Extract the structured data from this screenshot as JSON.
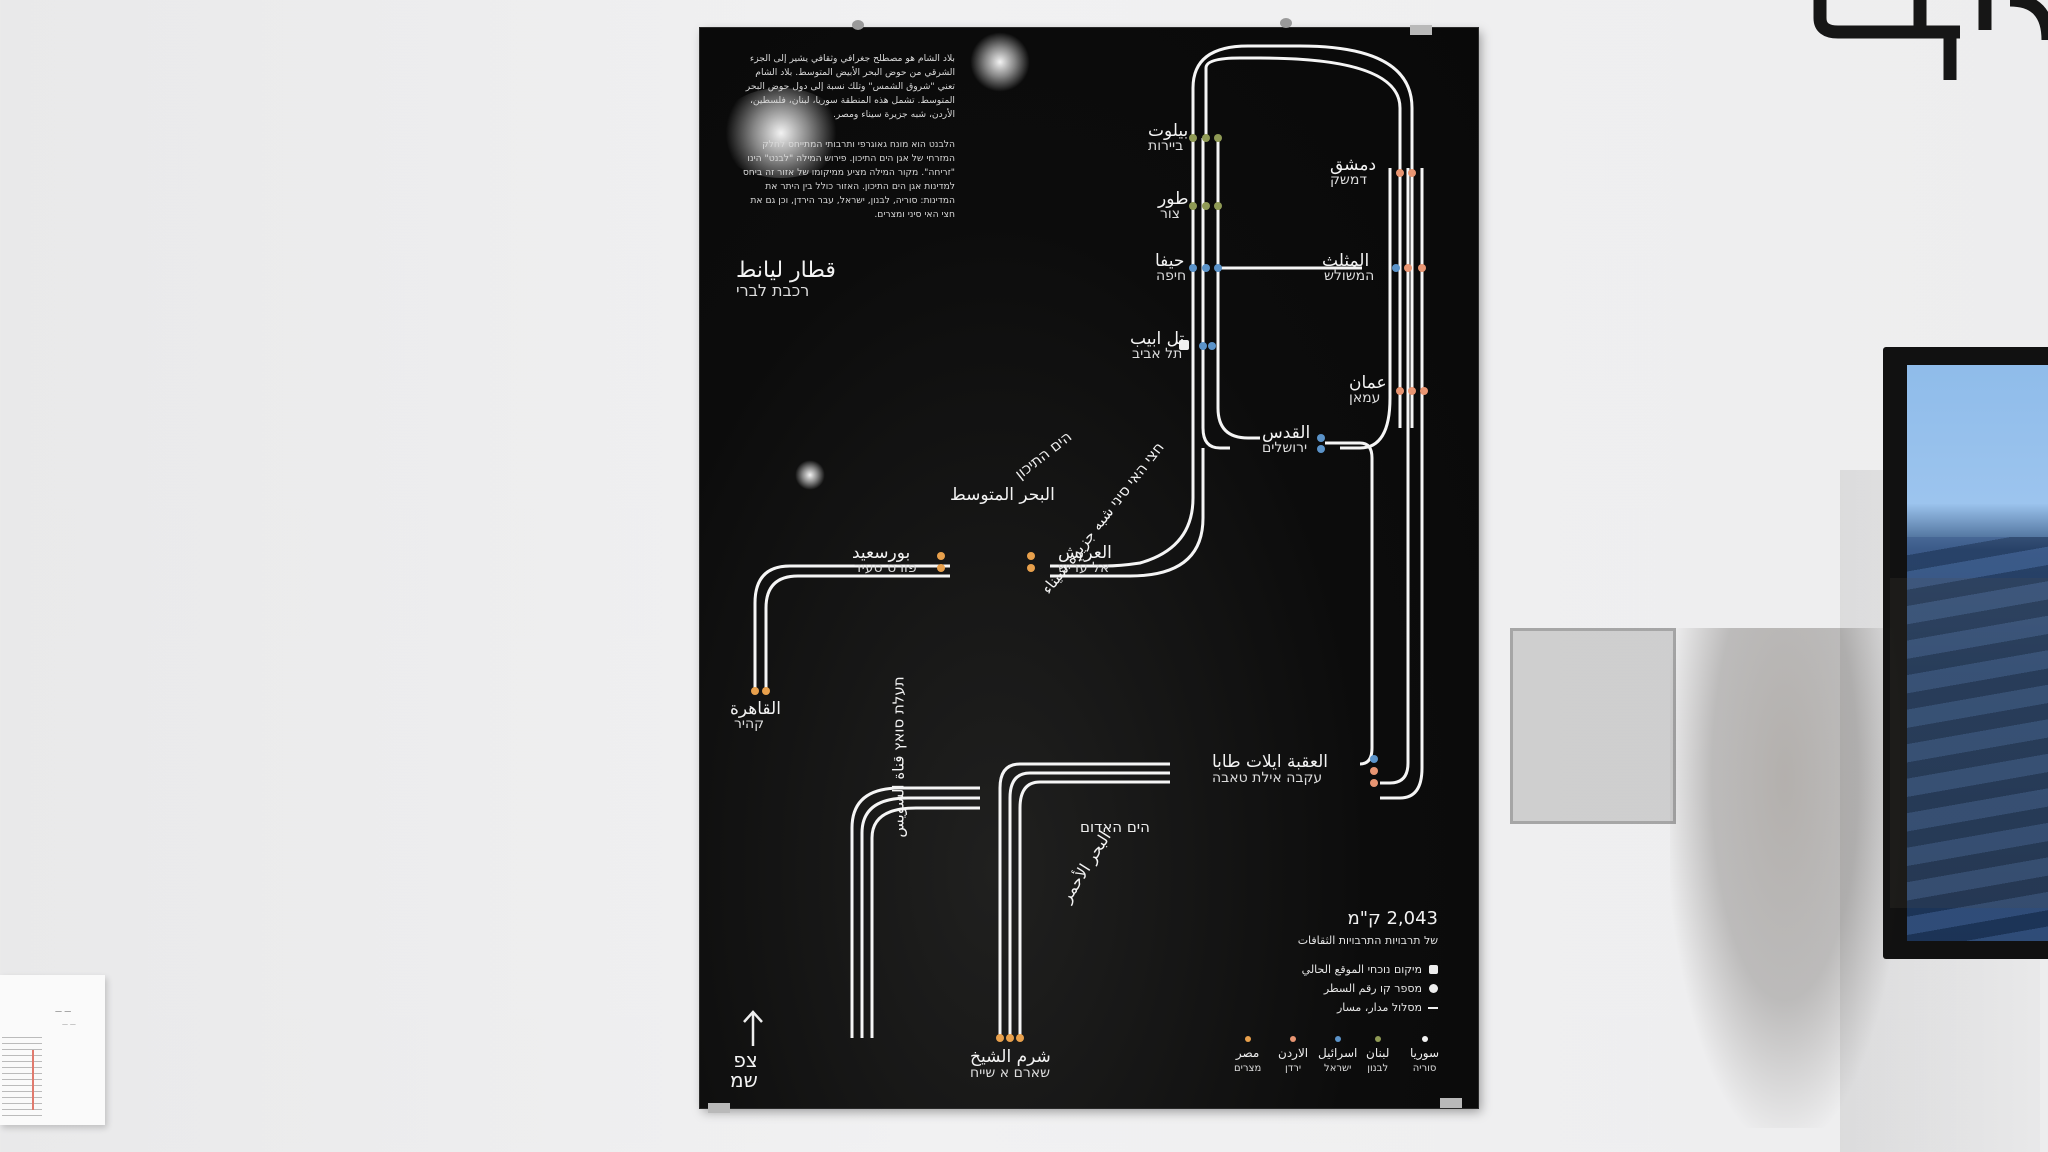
{
  "poster": {
    "title_ar": "قطار ليانط",
    "title_he": "רכבת לברי",
    "intro_ar": "بلاد الشام هو مصطلح جغرافي وثقافي يشير إلى الجزء الشرقي من حوض البحر الأبيض المتوسط. بلاد الشام تعني \"شروق الشمس\" وتلك نسبة إلى دول حوض البحر المتوسط. تشمل هذه المنطقة سوريا، لبنان، فلسطين، الأردن، شبه جزيرة سيناء ومصر.",
    "intro_he": "הלבנט הוא מונח גאוגרפי ותרבותי המתייחס לחלק המזרחי של אגן הים התיכון. פירוש המילה \"לבנט\" הינו \"זריחה\". מקור המילה מציע ממיקומו של אזור זה ביחס למדינות אגן הים התיכון. האזור כולל בין היתר את המדינות: סוריה, לבנון, ישראל, עבר הירדן, וכן גם את חצי האי סיני ומצרים.",
    "compass_label": "צפ\nשמ"
  },
  "stations": [
    {
      "ar": "بيلوت",
      "he": "ביירות"
    },
    {
      "ar": "طور",
      "he": "צור"
    },
    {
      "ar": "حيفا",
      "he": "חיפה"
    },
    {
      "ar": "تل ابيب",
      "he": "תל אביב"
    },
    {
      "ar": "دمشق",
      "he": "דמשק"
    },
    {
      "ar": "المثلث",
      "he": "המשולש"
    },
    {
      "ar": "عمان",
      "he": "עמאן"
    },
    {
      "ar": "القدس",
      "he": "ירושלים"
    },
    {
      "ar": "العريش",
      "he": "אל עריש"
    },
    {
      "ar": "بورسعيد",
      "he": "פורט סעיד"
    },
    {
      "ar": "القاهرة",
      "he": "קהיר"
    },
    {
      "ar": "العقبة ايلات طابا",
      "he": "עקבה אילת טאבה"
    },
    {
      "ar": "شرم الشيخ",
      "he": "שארם א שייח"
    }
  ],
  "water_labels": {
    "med_he": "הים התיכון",
    "med_ar": "البحر المتوسط",
    "sinai": "חצי האי סיני شبه جزيرة سيناء",
    "suez": "תעלת סואץ قناة السويس",
    "red_he": "הים האדום",
    "red_ar": "البحر الأحمر"
  },
  "legend": {
    "total": "2,043 ק\"מ",
    "subtitle": "של תרבויות התרבויות الثقافات",
    "you_are_here": "מיקום נוכחי الموقع الحالي",
    "line_number": "מספר קו رقم السطر",
    "route": "מסלול مدار، مسار"
  },
  "countries": [
    {
      "ar": "سوريا",
      "he": "סוריה",
      "color": "#f2f2f2"
    },
    {
      "ar": "لبنان",
      "he": "לבנון",
      "color": "#8f9a55"
    },
    {
      "ar": "اسرائيل",
      "he": "ישראל",
      "color": "#5b93c9"
    },
    {
      "ar": "الاردن",
      "he": "ירדן",
      "color": "#e89572"
    },
    {
      "ar": "مصر",
      "he": "מצרים",
      "color": "#e8a04c"
    }
  ],
  "colors": {
    "poster_bg": "#0b0b0b",
    "route": "#f5f5f5",
    "syria": "#f2f2f2",
    "lebanon": "#8f9a55",
    "israel": "#5b93c9",
    "jordan": "#e89572",
    "egypt": "#e8a04c"
  },
  "icons": {
    "compass": "arrow-up-icon",
    "you_are_here": "location-marker-icon"
  }
}
